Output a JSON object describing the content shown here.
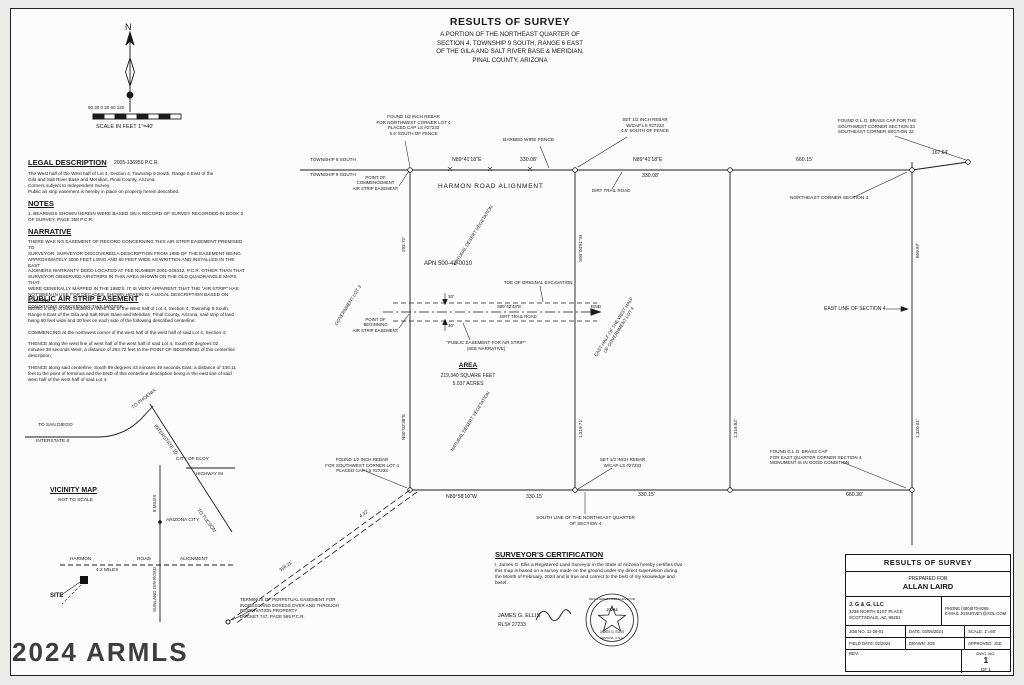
{
  "watermark": "2024 ARMLS",
  "header": {
    "title": "RESULTS  OF  SURVEY",
    "subtitle": "A PORTION OF THE NORTHEAST QUARTER OF\nSECTION 4, TOWNSHIP 9 SOUTH, RANGE 6 EAST\nOF THE GILA AND SALT RIVER BASE & MERIDIAN,\nPINAL COUNTY, ARIZONA"
  },
  "north": {
    "n": "N",
    "scale_ticks": "60    30     0         30     60                    120",
    "scale_label": "SCALE IN FEET  1\"=40'"
  },
  "legal": {
    "heading": "LEGAL DESCRIPTION",
    "ref": "2005-136950 P.C.R.",
    "body": "The West half of the West half of Lot 4, Section 4, Township 9 South, Range 6 East of the\nGila and Salt River Base and Meridian, Pinal County, Arizona.\nCorners subject to Independent Survey.\nPublic air strip easement is hereby in place on property herein described."
  },
  "notes": {
    "heading": "NOTES",
    "body": "1. BEARINGS SHOWN HEREIN WERE BASED ON A RECORD OF SURVEY RECORDED IN BOOK 2\nOF SURVEY, PAGE 358 P.C.R."
  },
  "narrative": {
    "heading": "NARRATIVE",
    "body": "THERE WAS NO EASEMENT OF RECORD CONCERNING THIS AIR STRIP EASEMENT PREMISED TO\nSURVEYOR. SURVEYOR DISCOVERED A DESCRIPTION FROM 1985 OF THE EASEMENT BEING\nAPPROXIMATELY 3000 FEET LONG AND 60 FEET WIDE AS WRITTEN AND INSTALLED IN THE EAST\nAJOINERS WARRANTY DEED LOCATED AT FEE NUMBER 2001-049312, P.C.R. OTHER THAN THAT\nSURVEYOR OBSERVED AIRSTRIPS IN THIS AREA SHOWN ON THE OLD QUADRANGLE MAPS THAT\nWERE GENERALLY MAPPED IN THE 1980'S. IT IS VERY APPARENT THAT THE \"AIR STRIP\" HAS\nNOT BEEN IN USE FOR DECADES. SHOWN HEREIN IS A LEGAL DESCRIPTION BASED ON EXISTING\nCONDITIONS CONCERNING THIS MATTER."
  },
  "easement": {
    "heading": "PUBLIC AIR STRIP EASEMENT",
    "body": "BEING a strip of land situated in West half of the West half of Lot 4, Section 4, Township 9 South,\nRange 6 East of the Gila and Salt River Base and Meridian, Pinal County, Arizona, said strip of land\nbeing 60 feet wide and 30 feet on each side of the following described centerline:\n\nCOMMENCING at the northwest corner of the west half of the west half of said Lot 4, Section 4;\n\nTHENCE along the west line of west half of the west half of said Lot 4, South 00 degrees 02\nminutes 38 seconds West, a distance of 293.72 feet to the POINT OF BEGINNING of this centerline\ndescription;\n\nTHENCE along said centerline, South 89 degrees 43 minutes 49 seconds East, a distance of 330.11\nfeet to the point of terminus and the END of this centerline description being in the east line of said\nwest half of the west half of said Lot 4."
  },
  "vicinity": {
    "to_phoenix": "TO PHOENIX",
    "to_san_diego": "TO SAN DIEGO",
    "interstate8": "INTERSTATE 8",
    "interstate10": "INTERSTATE 10",
    "city_of_eloy": "CITY OF ELOY",
    "highway84": "HIGHWAY 84",
    "title": "VICINITY MAP",
    "nts": "NOT TO SCALE",
    "sunland": "SUNLAND GIN ROAD",
    "arizona_city": "ARIZONA CITY",
    "to_tucson": "TO TUCSON",
    "eight_miles": "8 MILES",
    "harmon": "HARMON",
    "road": "ROAD",
    "alignment": "ALIGNMENT",
    "miles42": "4.2 MILES",
    "site": "SITE"
  },
  "survey": {
    "township8": "TOWNSHIP 8 SOUTH",
    "township9": "TOWNSHIP 9 SOUTH",
    "nw_rebar_note": "FOUND 1/2 INCH REBAR\nFOR NORTHWEST CORNER LOT 4\nPLACED CAP LS #27233\n5.4' SOUTH OF FENCE",
    "barbed_wire": "BARBED WIRE FENCE",
    "set_rebar_top": "SET 1/2 INCH REBAR\nW/CAP LS #27233\n4.5' SOUTH OF FENCE",
    "glo_cap_top": "FOUND G.L.O. BRASS CAP FOR THE\nSOUTHWEST CORNER SECTION 33\nSOUTHEAST CORNER SECTION 32",
    "ne_corner": "NORTHEAST CORNER SECTION 4",
    "bearing_top_left": "N89°41'18\"E",
    "dist_top_left": "330.08'",
    "bearing_top_right": "N89°41'18\"E",
    "dist_top_right": "330.08'",
    "dist_660_15": "660.15'",
    "dist_167": "167.64'",
    "harmon_road": "HARMON ROAD ALIGNMENT",
    "dirt_trail_top": "DIRT TRAIL ROAD",
    "apn": "APN 500-42-0010",
    "gov_lot3": "GOVERNMENT LOT 3",
    "ndv": "NATURAL DESERT VEGETATION",
    "toe": "TOE OF ORIGINAL EXCAVATION",
    "poc": "POINT OF\nCOMMENCEMENT\nAIR STRIP EASEMENT",
    "pob": "POINT OF\nBEGINNING\nAIR STRIP EASEMENT",
    "esmt_bearing": "S89°42'43\"E",
    "dirt_trail_mid": "DIRT TRAIL ROAD",
    "end_label": "END",
    "dim30": "30'",
    "esmt_label": "\"PUBLIC EASEMENT FOR AIR STRIP\"\n(SEE NARRATIVE)",
    "east_half": "EAST HALF OF THE WEST HALF\nOF GOVERNMENT LOT 4",
    "east_line_sec4": "EAST LINE OF SECTION 4",
    "area_heading": "AREA",
    "area_sqft": "219,340 SQUARE FEET",
    "area_acres": "5.037 ACRES",
    "left_dist_top": "293.72'",
    "left_bearing_bottom": "N00°02'38\"E",
    "right_bearing_top": "S00°04'51\"W",
    "right_dist_bottom": "1,319.71'",
    "mid_dist": "1,319.82'",
    "east_dist_top": "659.97'",
    "east_dist_bottom": "1,320.01'",
    "sw_rebar_note": "FOUND 1/2 INCH REBAR\nFOR SOUTHWEST CORNER LOT 4\nPLACED CAP LS #27233",
    "set_rebar_bottom": "SET 1/2 INCH REBAR\nW/CAP LS #27233",
    "glo_cap_bottom": "FOUND G.L.O. BRASS CAP\nFOR EAST QUARTER CORNER SECTION 4\nMONUMENT IS IN GOOD CONDITION",
    "bearing_bottom_left": "N89°58'10\"W",
    "dist_bottom_left": "330.15'",
    "dist_bottom_mid": "330.15'",
    "dist_660_30": "660.30'",
    "south_line": "SOUTH LINE OF THE NORTHEAST QUARTER\nOF SECTION 4",
    "diag_dist1": "4.32'",
    "diag_dist2": "356.21'",
    "terminus": "TERMINUS OF PERPETUAL EASEMENT FOR\nINGRESS AND EGRESS OVER AND THROUGH\nRESERVATION PROPERTY\nDOCKET 747, PAGE 565 P.C.R."
  },
  "cert": {
    "heading": "SURVEYOR'S CERTIFICATION",
    "body": "I, James G. Ellis a Registered Land Surveyor in the State of Arizona hereby certifies that\nthis map is based on a survey made on the ground under my direct supervision during\nthe Month of February, 2024 and is true and correct to the best of my knowledge and\nbelief.",
    "name": "JAMES G. ELLIS",
    "rls": "RLS# 27233",
    "seal_title": "REGISTERED LAND SURVEYOR",
    "seal_num": "27233",
    "seal_name": "JAMES G. ELLIS",
    "seal_state": "ARIZONA, U.S.A."
  },
  "titleblock": {
    "title": "RESULTS  OF  SURVEY",
    "prepared_for": "PREPARED FOR",
    "client": "ALLAN LAIRD",
    "firm": "J. G & G, LLC",
    "addr1": "3238 NORTH 81ST PLACE",
    "addr2": "SCOTTSDALE, AZ, 85251",
    "phone": "PHONE (480)870-8265",
    "email": "E-MAIL JGSURVEY@AOL.COM",
    "job": "JOB NO. 11-28-01",
    "date": "DATE: 03/05/2024",
    "scale": "SCALE: 1\"=60'",
    "field": "FIELD DATE: 02/2024",
    "drawn": "DRAWN: JGE",
    "approved": "APPROVED: JGE",
    "rev": "REV.",
    "dwg": "DWG. NO.",
    "dwg_num": "1",
    "dwg_of": "OF 1"
  }
}
